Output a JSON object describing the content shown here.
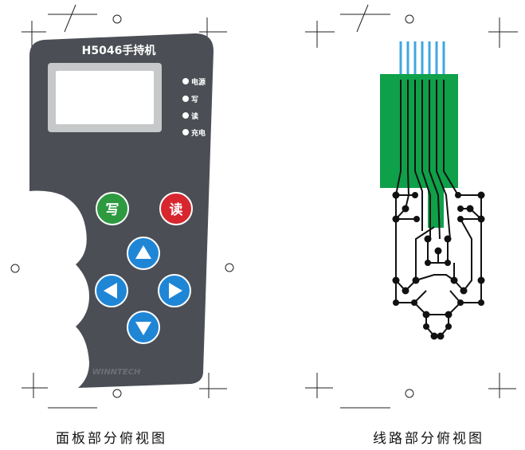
{
  "panel": {
    "model_title": "H5046手持机",
    "brand": "WINNTECH",
    "indicators": [
      {
        "label": "电源"
      },
      {
        "label": "写"
      },
      {
        "label": "读"
      },
      {
        "label": "充电"
      }
    ],
    "buttons": {
      "write": "写",
      "read": "读"
    },
    "arrows": [
      "up-arrow-icon",
      "left-arrow-icon",
      "right-arrow-icon",
      "down-arrow-icon"
    ],
    "colors": {
      "body": "#4b4f55",
      "write_button": "#2e9a3f",
      "read_button": "#d8262e",
      "arrow_button": "#1f86d6",
      "pcb_green": "#0fa04a",
      "flex_blue": "#3fa7e0"
    }
  },
  "captions": {
    "left": "面板部分俯视图",
    "right": "线路部分俯视图"
  }
}
